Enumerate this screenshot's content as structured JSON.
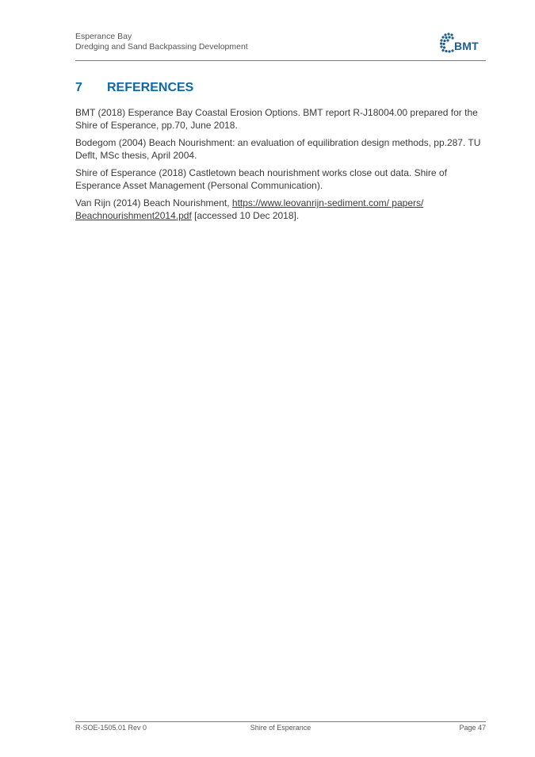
{
  "header": {
    "title": "Esperance Bay",
    "subtitle": "Dredging and Sand Backpassing Development",
    "logo_text": "BMT",
    "logo_color": "#1f5f8b"
  },
  "section": {
    "number": "7",
    "title": "REFERENCES",
    "heading_color": "#0b6ba8"
  },
  "references": [
    {
      "text": "BMT (2018) Esperance Bay Coastal Erosion Options. BMT report R-J18004.00 prepared for the Shire of Esperance, pp.70, June 2018."
    },
    {
      "text": "Bodegom (2004) Beach Nourishment: an evaluation of equilibration design methods, pp.287. TU Deflt, MSc thesis, April 2004."
    },
    {
      "text": "Shire of Esperance (2018) Castletown beach nourishment works close out data. Shire of Esperance Asset Management (Personal Communication)."
    },
    {
      "prefix": "Van Rijn (2014) Beach Nourishment, ",
      "link": "https://www.leovanrijn-sediment.com/ papers/ Beachnourishment2014.pdf",
      "suffix": " [accessed 10 Dec 2018]."
    }
  ],
  "footer": {
    "doc_ref": "R-SOE-1505.01 Rev 0",
    "center": "Shire of Esperance",
    "page": "Page 47"
  }
}
